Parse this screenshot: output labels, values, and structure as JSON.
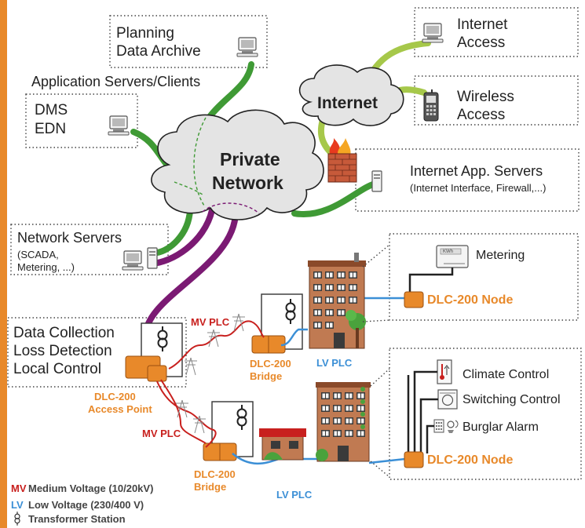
{
  "nodes": {
    "planning": [
      "Planning",
      "Data Archive"
    ],
    "app_servers_heading": "Application Servers/Clients",
    "dms": [
      "DMS",
      "EDN"
    ],
    "private_network": [
      "Private",
      "Network"
    ],
    "internet": "Internet",
    "internet_access": [
      "Internet",
      "Access"
    ],
    "wireless_access": [
      "Wireless",
      "Access"
    ],
    "internet_app_servers": "Internet App. Servers",
    "internet_app_servers_sub": "(Internet Interface, Firewall,...)",
    "network_servers": "Network Servers",
    "network_servers_sub": [
      "(SCADA,",
      "Metering, ...)"
    ],
    "data_collection": [
      "Data Collection",
      "Loss Detection",
      "Local Control"
    ],
    "access_point": [
      "DLC-200",
      "Access Point"
    ],
    "bridge_top": [
      "DLC-200",
      "Bridge"
    ],
    "bridge_bottom": [
      "DLC-200",
      "Bridge"
    ],
    "mv_plc_top": "MV PLC",
    "mv_plc_bottom": "MV PLC",
    "lv_plc_top": "LV PLC",
    "lv_plc_bottom": "LV PLC",
    "metering": "Metering",
    "meter_display": "KWh",
    "node_top": "DLC-200 Node",
    "climate": "Climate Control",
    "switching": "Switching Control",
    "burglar": "Burglar Alarm",
    "node_bottom": "DLC-200 Node"
  },
  "legend": [
    {
      "key": "MV",
      "text": "Medium Voltage (10/20kV)",
      "color": "#c8201e"
    },
    {
      "key": "LV",
      "text": "Low Voltage (230/400 V)",
      "color": "#3b8fd6"
    },
    {
      "key": "",
      "text": "Transformer Station",
      "icon": "transformer-icon"
    }
  ],
  "colors": {
    "dark_green": "#3f9a35",
    "light_green": "#a6c84a",
    "purple": "#7b1a73",
    "mv_red": "#c8201e",
    "lv_blue": "#3b8fd6",
    "dlc_orange": "#e8892a",
    "cloud_gray": "#e4e4e4",
    "left_bar": "#e8892a"
  }
}
